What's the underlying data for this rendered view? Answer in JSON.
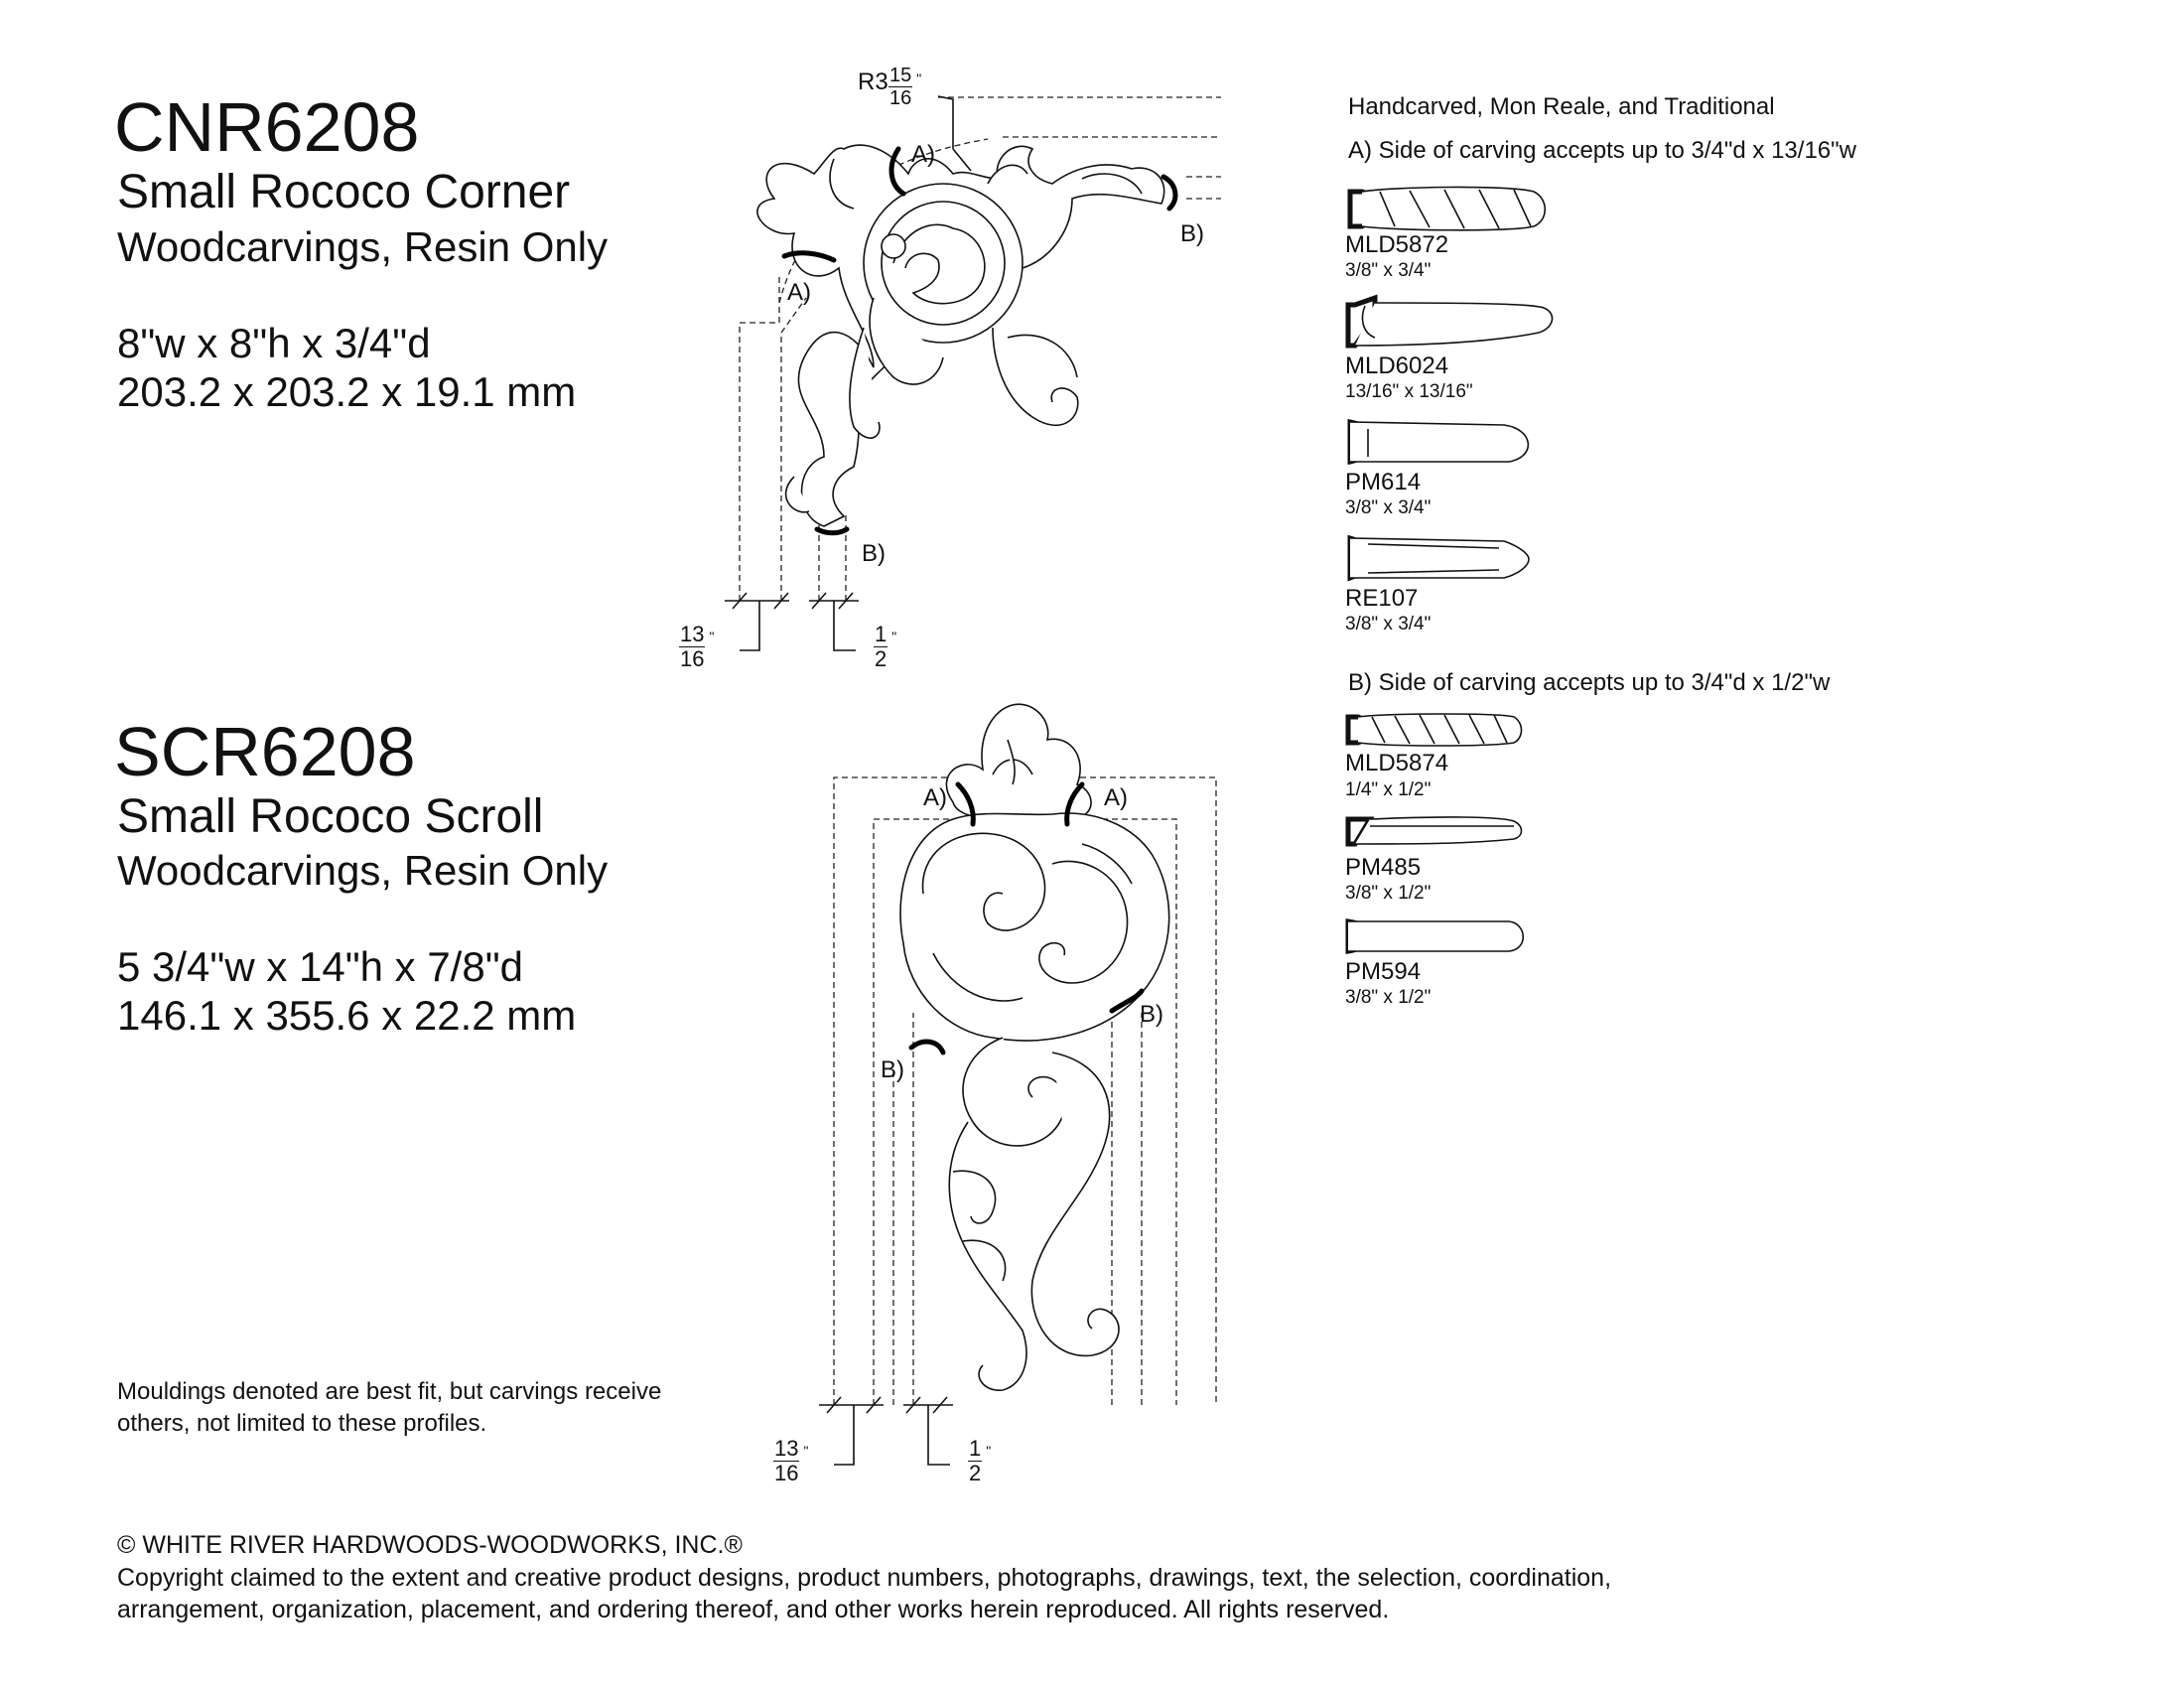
{
  "cnr": {
    "code": "CNR6208",
    "title": "Small Rococo Corner",
    "subtitle": "Woodcarvings, Resin Only",
    "dims_in": "8\"w x 8\"h x 3/4\"d",
    "dims_mm": "203.2 x 203.2 x 19.1 mm"
  },
  "scr": {
    "code": "SCR6208",
    "title": "Small Rococo Scroll",
    "subtitle": "Woodcarvings, Resin Only",
    "dims_in": "5 3/4\"w x 14\"h x 7/8\"d",
    "dims_mm": "146.1 x 355.6 x 22.2 mm"
  },
  "note": {
    "line1": "Mouldings denoted are best fit, but carvings receive",
    "line2": "others, not limited to these profiles."
  },
  "copyright": {
    "line1": "© WHITE RIVER HARDWOODS-WOODWORKS, INC.®",
    "line2": "Copyright claimed to the extent and creative product designs, product numbers, photographs, drawings, text, the selection, coordination,",
    "line3": "arrangement, organization, placement, and ordering thereof, and other works herein reproduced. All rights reserved."
  },
  "drawing": {
    "radius_prefix": "R3",
    "radius_num": "15",
    "radius_den": "16",
    "label_a": "A)",
    "label_b": "B)",
    "frac_13": "13",
    "frac_16": "16",
    "frac_1": "1",
    "frac_2": "2",
    "inch_mark": "\""
  },
  "mouldings": {
    "header": "Handcarved, Mon Reale, and Traditional",
    "group_a_title": "A) Side of carving accepts up to 3/4\"d x 13/16\"w",
    "group_a": [
      {
        "name": "MLD5872",
        "size": "3/8\" x 3/4\""
      },
      {
        "name": "MLD6024",
        "size": "13/16\" x 13/16\""
      },
      {
        "name": "PM614",
        "size": "3/8\" x 3/4\""
      },
      {
        "name": "RE107",
        "size": "3/8\" x 3/4\""
      }
    ],
    "group_b_title": "B) Side of carving accepts up to 3/4\"d x 1/2\"w",
    "group_b": [
      {
        "name": "MLD5874",
        "size": "1/4\" x 1/2\""
      },
      {
        "name": "PM485",
        "size": "3/8\" x 1/2\""
      },
      {
        "name": "PM594",
        "size": "3/8\" x 1/2\""
      }
    ]
  }
}
